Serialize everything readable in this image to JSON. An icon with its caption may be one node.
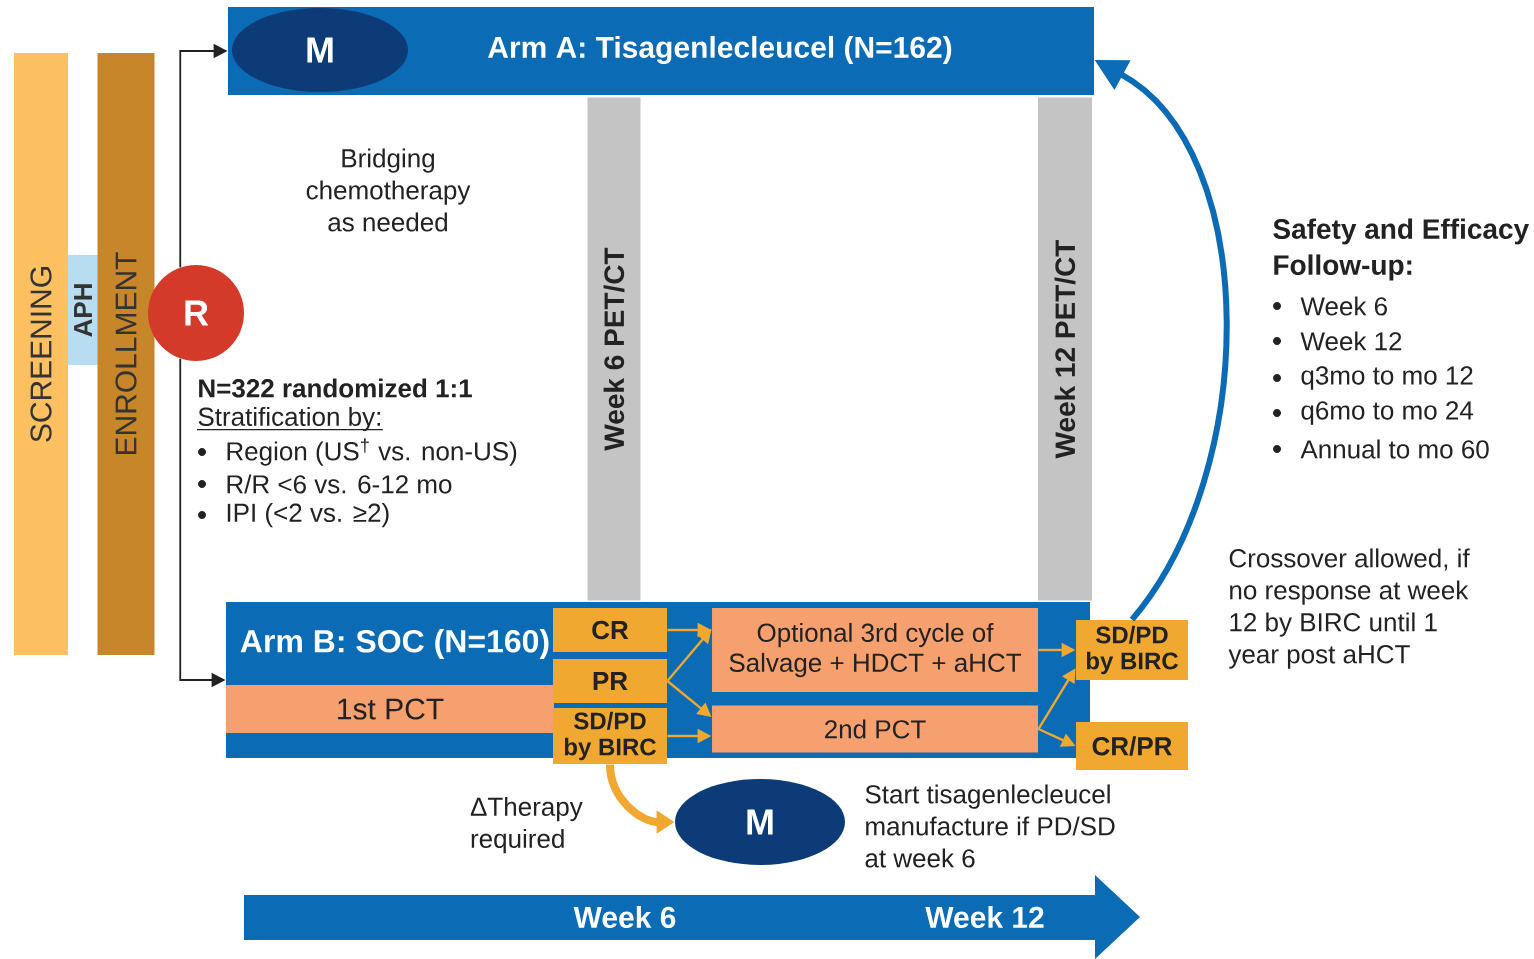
{
  "diagram": {
    "nodes": [
      {
        "text": [
          "SCREENING"
        ]
      },
      {
        "text": [
          "APH"
        ]
      },
      {
        "text": [
          "ENROLLMENT"
        ]
      },
      {
        "text": [
          "R"
        ]
      },
      {
        "text": [
          "Arm A: Tisagenlecleucel (N=162)"
        ]
      },
      {
        "text": [
          "M"
        ],
        "in": 4,
        "beside": [
          "Bridging chemotherapy as needed"
        ]
      },
      {
        "text": [
          "Week 6 PET/CT"
        ]
      },
      {
        "text": [
          "Week 12 PET/CT"
        ]
      },
      {
        "text": [
          "Arm B: SOC (N=160)"
        ]
      },
      {
        "text": [
          "1st PCT"
        ],
        "in": 8
      },
      {
        "text": [
          "CR"
        ],
        "in": 8
      },
      {
        "text": [
          "PR"
        ],
        "in": 8
      },
      {
        "text": [
          "SD/PD by BIRC"
        ]
      },
      {
        "text": [
          "Optional 3rd cycle of Salvage + HDCT + aHCT"
        ],
        "in": 8
      },
      {
        "text": [
          "2nd PCT"
        ],
        "in": 8
      },
      {
        "text": [
          "SD/PD by BIRC"
        ]
      },
      {
        "text": [
          "CR/PR"
        ]
      },
      {
        "text": [
          "M"
        ],
        "beside": [
          "Start tisagenlecleucel manufacture if PD/SD at week 6"
        ]
      },
      {
        "text": [
          "Week 6",
          "Week 12"
        ]
      }
    ],
    "edges": [
      {
        "from": 3,
        "to": 4,
        "arrow": "to",
        "color": "#222222"
      },
      {
        "from": 3,
        "to": 8,
        "arrow": "to",
        "color": "#222222"
      },
      {
        "from": 10,
        "to": 13,
        "arrow": "to"
      },
      {
        "from": 11,
        "to": 13,
        "arrow": "to"
      },
      {
        "from": 11,
        "to": 14,
        "arrow": "to"
      },
      {
        "from": 12,
        "to": 14,
        "arrow": "to"
      },
      {
        "from": 13,
        "to": 15,
        "arrow": "to"
      },
      {
        "from": 14,
        "to": 15,
        "arrow": "to"
      },
      {
        "from": 14,
        "to": 16,
        "arrow": "to"
      },
      {
        "from": 12,
        "to": 17,
        "arrow": "to",
        "style": "thick",
        "label": "ΔTherapy required"
      },
      {
        "from": 15,
        "to": 4,
        "arrow": "to",
        "style": "thick",
        "color": "#0b6bb5"
      }
    ],
    "labels": [
      "N=322 randomized 1:1",
      "Stratification by:",
      "Region (US$^{†}$ vs. non-US)",
      "R/R <6 vs. 6-12 mo",
      "IPI (<2 vs. ≥2)",
      "Safety and Efficacy Follow-up:",
      "Week 6",
      "Week 12",
      "q3mo to mo 12",
      "q6mo to mo 24",
      "Annual to mo 60",
      "Crossover allowed, if no response at week 12 by BIRC until 1 year post aHCT"
    ]
  }
}
